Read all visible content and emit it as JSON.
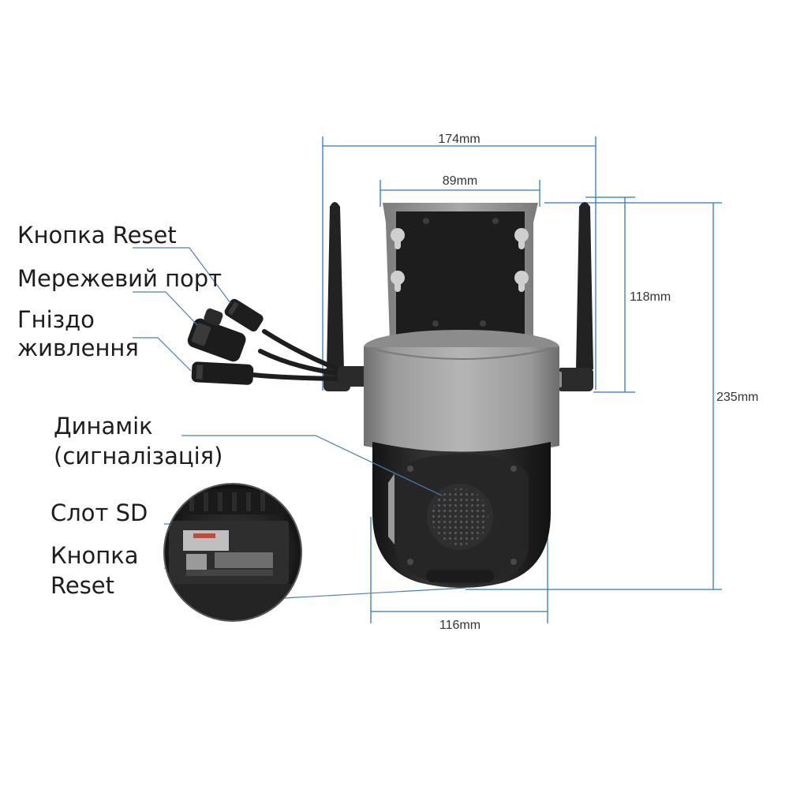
{
  "callouts": {
    "reset_top": "Кнопка Reset",
    "network_port": "Мережевий порт",
    "power_line1": "Гніздо",
    "power_line2": "живлення",
    "speaker_line1": "Динамік",
    "speaker_line2": "(сигналізація)",
    "sd_slot": "Слот SD",
    "reset_bottom_line1": "Кнопка",
    "reset_bottom_line2": "Reset"
  },
  "dimensions": {
    "total_width": "174mm",
    "mount_width": "89mm",
    "mount_height": "118mm",
    "total_height": "235mm",
    "base_width": "116mm"
  },
  "colors": {
    "dimension_line": "#2f78c0",
    "leader_line": "#4a7fb5",
    "housing_gray": "#9a9a9a",
    "body_dark": "#2a2a2a"
  }
}
